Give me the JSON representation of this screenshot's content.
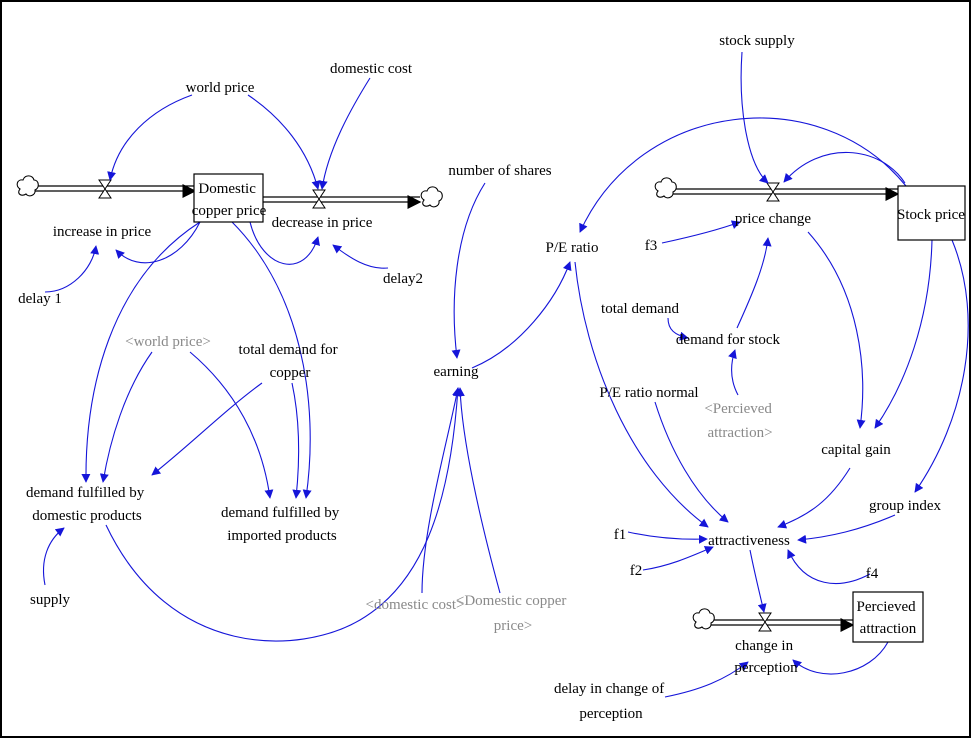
{
  "colors": {
    "link": "#1515d9",
    "text": "#000000",
    "shadow_variable": "#8a8a8a",
    "frame": "#000000",
    "background": "#ffffff"
  },
  "stocks": {
    "domestic_copper_price": [
      "Domestic",
      "copper price"
    ],
    "stock_price": "Stock price",
    "percieved_attraction": [
      "Percieved",
      "attraction"
    ]
  },
  "flows": {
    "increase_in_price": "increase in price",
    "decrease_in_price": "decrease in price",
    "price_change": "price change",
    "change_in_perception": [
      "change in",
      "perception"
    ]
  },
  "variables": {
    "world_price": "world price",
    "domestic_cost": "domestic cost",
    "delay_1": "delay 1",
    "delay2": "delay2",
    "number_of_shares": "number of shares",
    "earning": "earning",
    "pe_ratio": "P/E ratio",
    "stock_supply": "stock supply",
    "f3": "f3",
    "total_demand": "total demand",
    "demand_for_stock": "demand for stock",
    "pe_ratio_normal": "P/E ratio normal",
    "capital_gain": "capital gain",
    "group_index": "group index",
    "attractiveness": "attractiveness",
    "f1": "f1",
    "f2": "f2",
    "f4": "f4",
    "total_demand_for_copper": [
      "total demand for",
      "copper"
    ],
    "demand_fulfilled_domestic": [
      "demand fulfilled by",
      "domestic products"
    ],
    "demand_fulfilled_imported": [
      "demand fulfilled by",
      "imported products"
    ],
    "supply": "supply",
    "delay_in_change_of_perception": [
      "delay in change of",
      "perception"
    ]
  },
  "shadow_variables": {
    "world_price": "<world price>",
    "domestic_cost": "<domestic cost>",
    "domestic_copper_price": [
      "<Domestic copper",
      "price>"
    ],
    "percieved_attraction": [
      "<Percieved",
      "attraction>"
    ]
  }
}
